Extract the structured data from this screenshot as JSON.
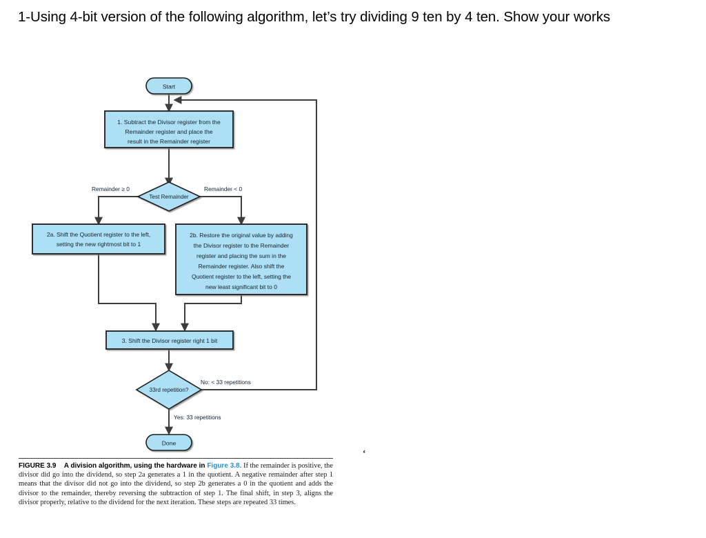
{
  "question": {
    "text": "1-Using 4-bit version of the following algorithm, let’s try dividing 9 ten by 4 ten. Show your works"
  },
  "colors": {
    "node_fill": "#ade0f4",
    "node_stroke": "#1a1a1a",
    "arrow": "#3d3d3d",
    "text": "#11222e",
    "link_blue": "#2a93d4",
    "page_bg": "#ffffff"
  },
  "figure": {
    "nodes": {
      "start": {
        "label": "Start",
        "shape": "terminator"
      },
      "step1": {
        "shape": "process",
        "lines": [
          "1.  Subtract the Divisor register from the",
          "Remainder register and place the",
          "result in the Remainder register"
        ]
      },
      "test_remainder": {
        "label": "Test Remainder",
        "shape": "decision"
      },
      "step2a": {
        "shape": "process",
        "lines": [
          "2a.  Shift the Quotient register to the left,",
          "setting the new rightmost bit to 1"
        ]
      },
      "step2b": {
        "shape": "process",
        "lines": [
          "2b.  Restore the original value by adding",
          "the Divisor register to the Remainder",
          "register and placing the sum in the",
          "Remainder register. Also shift the",
          "Quotient register to the left, setting the",
          "new least significant bit to 0"
        ]
      },
      "step3": {
        "shape": "process",
        "lines": [
          "3.  Shift the Divisor register right 1 bit"
        ]
      },
      "repetition_test": {
        "label": "33rd repetition?",
        "shape": "decision"
      },
      "done": {
        "label": "Done",
        "shape": "terminator"
      }
    },
    "edge_labels": {
      "remainder_ge_zero": "Remainder ≥ 0",
      "remainder_lt_zero": "Remainder < 0",
      "no_branch": "No: < 33 repetitions",
      "yes_branch": "Yes: 33 repetitions"
    }
  },
  "caption": {
    "figure_number": "FIGURE 3.9",
    "title": "A division algorithm, using the hardware in",
    "link": "Figure 3.8.",
    "body": " If the remainder is positive, the divisor did go into the dividend, so step 2a generates a 1 in the quotient. A negative remainder after step 1 means that the divisor did not go into the dividend, so step 2b generates a 0 in the quotient and adds the divisor to the remainder, thereby reversing the subtraction of step 1. The final shift, in step 3, aligns the divisor properly, relative to the dividend for the next iteration. These steps are repeated 33 times."
  },
  "artifact": {
    "glyph": "‘"
  }
}
